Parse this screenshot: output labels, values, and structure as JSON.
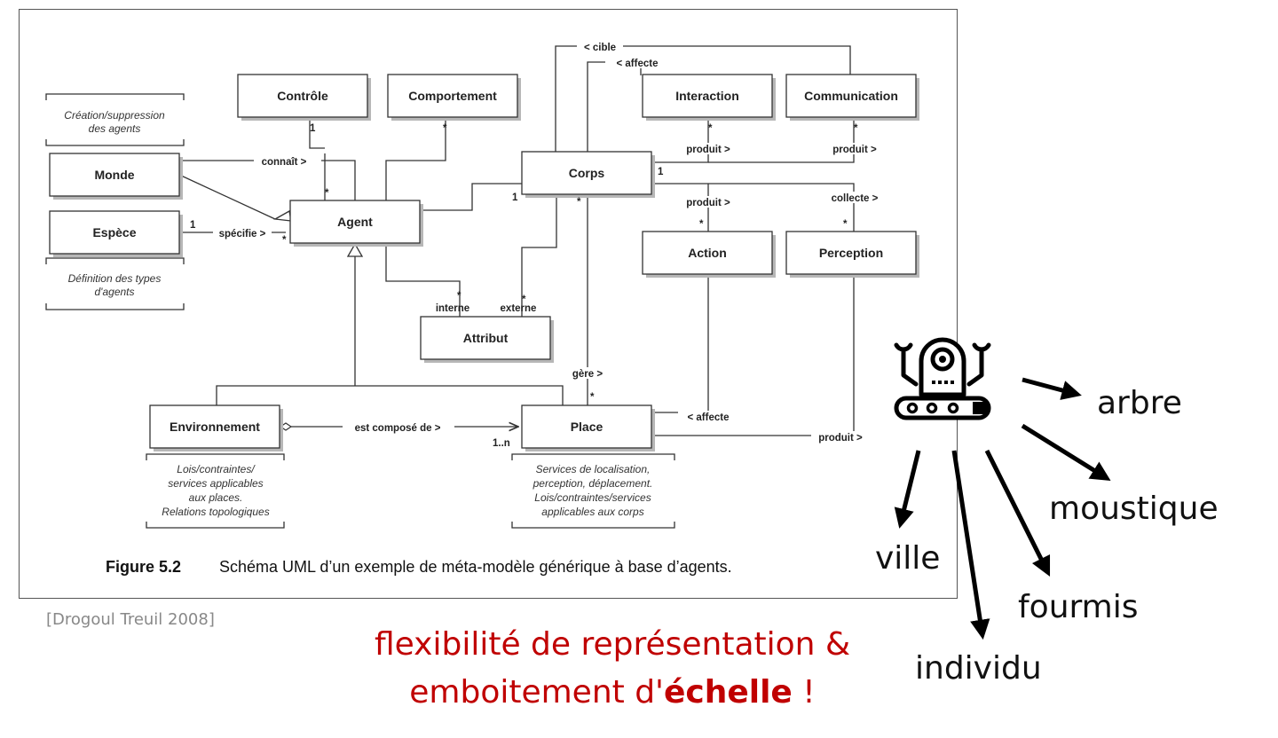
{
  "figure": {
    "classes": {
      "controle": "Contrôle",
      "comportement": "Comportement",
      "interaction": "Interaction",
      "communication": "Communication",
      "monde": "Monde",
      "espece": "Espèce",
      "agent": "Agent",
      "corps": "Corps",
      "action": "Action",
      "perception": "Perception",
      "attribut": "Attribut",
      "environnement": "Environnement",
      "place": "Place"
    },
    "notes": {
      "creation_line1": "Création/suppression",
      "creation_line2": "des agents",
      "definition_line1": "Définition des types",
      "definition_line2": "d'agents",
      "env_line1": "Lois/contraintes/",
      "env_line2": "services applicables",
      "env_line3": "aux places.",
      "env_line4": "Relations topologiques",
      "place_line1": "Services de localisation,",
      "place_line2": "perception, déplacement.",
      "place_line3": "Lois/contraintes/services",
      "place_line4": "applicables aux corps"
    },
    "relations": {
      "cible": "< cible",
      "affecte_top": "< affecte",
      "produit_interaction": "produit >",
      "produit_communication": "produit >",
      "connait": "connaît >",
      "specifie": "spécifie >",
      "produit_action": "produit >",
      "collecte": "collecte >",
      "interne": "interne",
      "externe": "externe",
      "gere": "gère >",
      "est_compose_de": "est composé de >",
      "affecte_place": "< affecte",
      "produit_place": "produit >"
    },
    "multiplicities": {
      "one": "1",
      "many": "*",
      "one_to_n": "1..n"
    },
    "caption": {
      "number": "Figure 5.2",
      "text": "Schéma UML d’un exemple de méta-modèle générique à base d’agents."
    }
  },
  "citation": "[Drogoul Treuil 2008]",
  "slogan": {
    "line1": "flexibilité de représentation &",
    "line2_prefix": "emboitement d'",
    "line2_bold": "échelle",
    "line2_suffix": " !"
  },
  "robot_icon": "robot-icon",
  "scale_labels": {
    "arbre": "arbre",
    "moustique": "moustique",
    "ville": "ville",
    "fourmis": "fourmis",
    "individu": "individu"
  },
  "colors": {
    "slogan": "#c00000",
    "citation": "#888888"
  }
}
